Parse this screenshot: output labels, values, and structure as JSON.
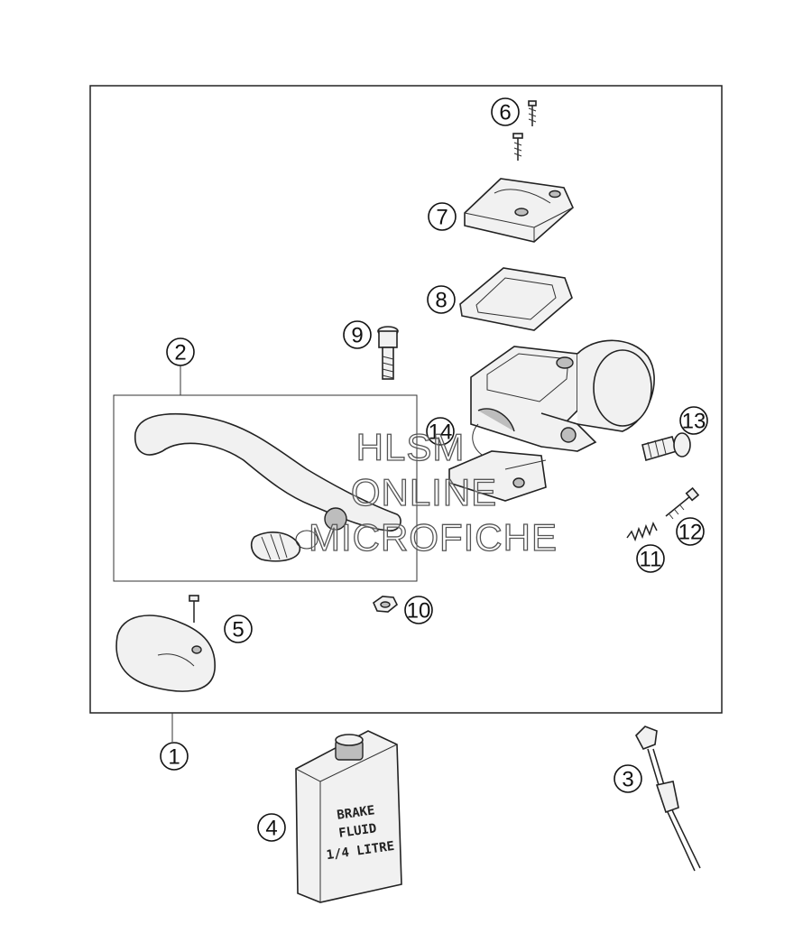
{
  "callouts": [
    {
      "id": "1",
      "label": "1"
    },
    {
      "id": "2",
      "label": "2"
    },
    {
      "id": "3",
      "label": "3"
    },
    {
      "id": "4",
      "label": "4"
    },
    {
      "id": "5",
      "label": "5"
    },
    {
      "id": "6",
      "label": "6"
    },
    {
      "id": "7",
      "label": "7"
    },
    {
      "id": "8",
      "label": "8"
    },
    {
      "id": "9",
      "label": "9"
    },
    {
      "id": "10",
      "label": "10"
    },
    {
      "id": "11",
      "label": "11"
    },
    {
      "id": "12",
      "label": "12"
    },
    {
      "id": "13",
      "label": "13"
    },
    {
      "id": "14",
      "label": "14"
    }
  ],
  "fluid_can": {
    "line1": "BRAKE",
    "line2": "FLUID",
    "line3": "1/4 LITRE"
  },
  "watermark": {
    "line1": "HLSM",
    "line2": "ONLINE",
    "line3": "MICROFICHE"
  }
}
